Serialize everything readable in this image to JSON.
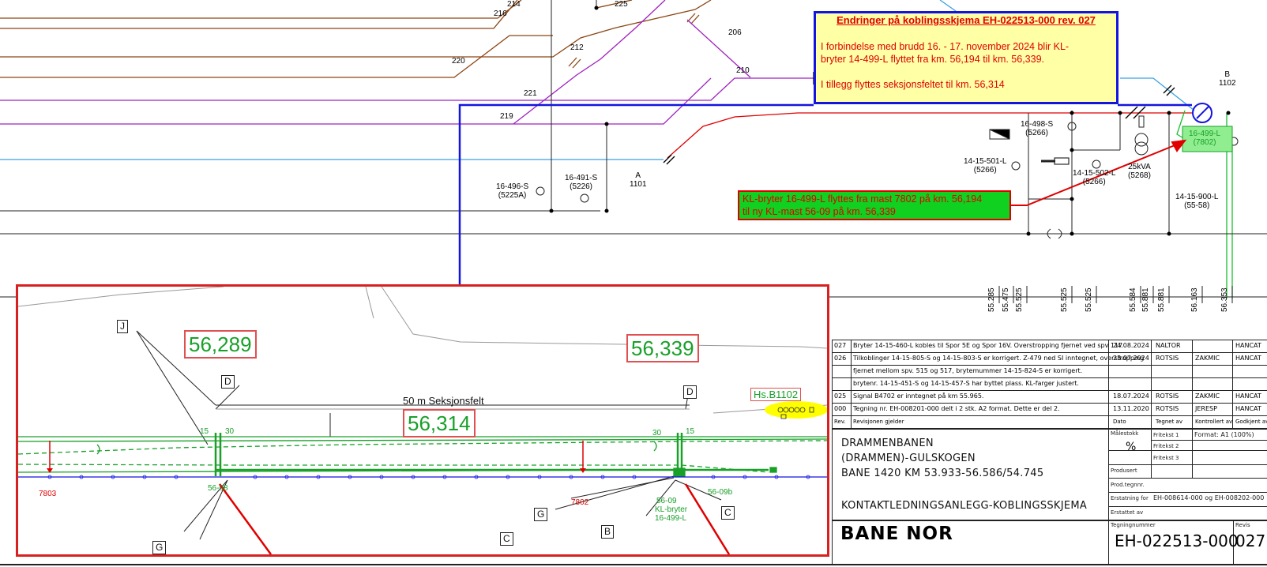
{
  "note_box": {
    "title": "Endringer på koblingsskjema EH-022513-000 rev. 027",
    "line1": "I forbindelse med brudd 16. - 17. november 2024 blir KL-",
    "line2": "bryter   14-499-L flyttet fra km. 56,194 til km. 56,339.",
    "line3": "I tillegg flyttes seksjonsfeltet til km. 56,314"
  },
  "callout": {
    "line1": "KL-bryter 16-499-L flyttes fra mast 7802 på km. 56,194",
    "line2": "til ny KL-mast 56-09 på km. 56,339"
  },
  "wire_numbers": [
    "216",
    "214",
    "225",
    "212",
    "206",
    "220",
    "210",
    "221",
    "219"
  ],
  "equipment": [
    {
      "id": "16-496-S",
      "loc": "(5225A)"
    },
    {
      "id": "16-491-S",
      "loc": "(5226)"
    },
    {
      "id": "A",
      "loc": "1101"
    },
    {
      "id": "16-498-S",
      "loc": "(5266)"
    },
    {
      "id": "14-15-501-L",
      "loc": "(5266)"
    },
    {
      "id": "14-15-502-L",
      "loc": "(5266)"
    },
    {
      "id": "25kVA",
      "loc": "(5268)"
    },
    {
      "id": "14-15-900-L",
      "loc": "(55-58)"
    },
    {
      "id": "B",
      "loc": "1102"
    },
    {
      "id": "16-499-L",
      "loc": "(7802)"
    }
  ],
  "km_ticks": [
    "55.285",
    "55.475",
    "55.525",
    "55.525",
    "55.525",
    "55.584",
    "55.881",
    "55.881",
    "56.163",
    "56.353"
  ],
  "detail": {
    "km_left": "56,289",
    "km_center": "56,314",
    "km_right": "56,339",
    "section_label": "50 m Seksjonsfelt",
    "hs_label": "Hs.B1102",
    "letters": {
      "j": "J",
      "d1": "D",
      "d2": "D",
      "g1": "G",
      "g2": "G",
      "c1": "C",
      "c2": "C",
      "b": "B"
    },
    "small": {
      "mast_7803": "7803",
      "mast_7802": "7802",
      "mast_56_08": "56-08",
      "mast_56_09": "56-09",
      "kl_bryter": "KL-bryter",
      "switch_id": "16-499-L",
      "mast_56_09b": "56-09b",
      "tension_left1": "15",
      "tension_left2": "30",
      "tension_right1": "30",
      "tension_right2": "15"
    }
  },
  "title_block": {
    "revisions": [
      {
        "rev": "027",
        "text": "Bryter 14-15-460-L kobles til Spor 5E og Spor 16V. Overstropping fjernet ved spv 117",
        "date": "24.08.2024",
        "drawn": "NALTOR",
        "checked": "",
        "approved": "HANCAT"
      },
      {
        "rev": "026",
        "text": "Tilkoblinger 14-15-805-S og 14-15-803-S er korrigert. Z-479 ned SI inntegnet, overstropping",
        "date": "23.07.2024",
        "drawn": "ROTSIS",
        "checked": "ZAKMIC",
        "approved": "HANCAT"
      },
      {
        "rev": "",
        "text": "fjernet mellom spv. 515 og 517, brytemummer 14-15-824-S er korrigert.",
        "date": "",
        "drawn": "",
        "checked": "",
        "approved": ""
      },
      {
        "rev": "",
        "text": "brytenr. 14-15-451-S og 14-15-457-S har byttet plass. KL-farger justert.",
        "date": "",
        "drawn": "",
        "checked": "",
        "approved": ""
      },
      {
        "rev": "025",
        "text": "Signal B4702 er inntegnet på km 55.965.",
        "date": "18.07.2024",
        "drawn": "ROTSIS",
        "checked": "ZAKMIC",
        "approved": "HANCAT"
      },
      {
        "rev": "000",
        "text": "Tegning nr. EH-008201-000 delt i 2 stk. A2 format. Dette er del 2.",
        "date": "13.11.2020",
        "drawn": "ROTSIS",
        "checked": "JERESP",
        "approved": "HANCAT"
      }
    ],
    "header": {
      "rev": "Rev.",
      "text": "Revisjonen gjelder",
      "date": "Dato",
      "drawn": "Tegnet av",
      "checked": "Kontrollert av",
      "approved": "Godkjent av"
    },
    "project_lines": [
      "DRAMMENBANEN",
      "(DRAMMEN)-GULSKOGEN",
      "BANE 1420 KM 53.933-56.586/54.745",
      "KONTAKTLEDNINGSANLEGG-KOBLINGSSKJEMA"
    ],
    "scale_label": "Målestokk",
    "scale_value": "%",
    "fritekst1": "Fritekst 1",
    "fritekst2": "Fritekst 2",
    "fritekst3": "Fritekst 3",
    "format": "Format: A1 (100%)",
    "produsert": "Produsert",
    "prodtegnnr": "Prod.tegnnr.",
    "erstatning_label": "Erstatning for",
    "erstatning_value": "EH-008614-000 og EH-008202-000",
    "erstattet": "Erstattet av",
    "drawing_no_label": "Tegningnummer",
    "drawing_no": "EH-022513-000",
    "rev_label": "Revis",
    "rev_value": "027",
    "logo_text": "BANE NOR"
  },
  "colors": {
    "brown": "#8b4513",
    "purple": "#a020c0",
    "magenta": "#c828b8",
    "red": "#e00000",
    "cyan": "#3aa0e0",
    "blue": "#1414e0",
    "green": "#18a028",
    "note_bg": "#ffffa6",
    "callout_bg": "#10d020"
  }
}
